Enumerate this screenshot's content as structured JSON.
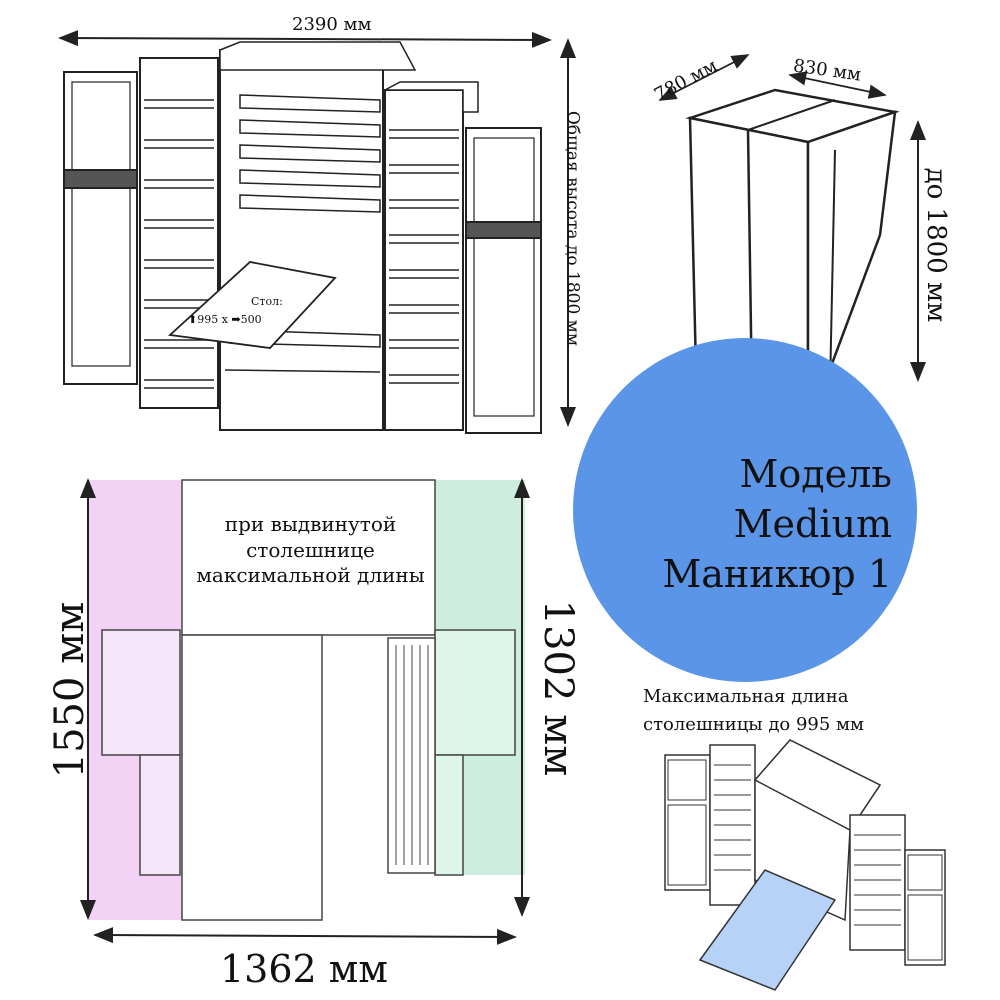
{
  "colors": {
    "circle": "#5b95e8",
    "pink": "#f2d3f6",
    "green": "#cdeede",
    "table_blue": "#b7d2f7",
    "line": "#222222"
  },
  "top_left": {
    "width_label": "2390 мм",
    "height_label": "Общая высота до 1800 мм",
    "table_label": "Стол:",
    "table_dims": "⬆995 х ➡500"
  },
  "top_right": {
    "depth_label": "780 мм",
    "width_label": "830 мм",
    "height_label": "до 1800 мм"
  },
  "model": {
    "line1": "Модель",
    "line2": "Medium",
    "line3": "Маникюр 1"
  },
  "bottom_left": {
    "note": "при выдвинутой столешнице максимальной длины",
    "left_height": "1550 мм",
    "right_height": "1302 мм",
    "width": "1362 мм"
  },
  "bottom_right": {
    "caption_line1": "Максимальная длина",
    "caption_line2": "столешницы до 995 мм"
  }
}
